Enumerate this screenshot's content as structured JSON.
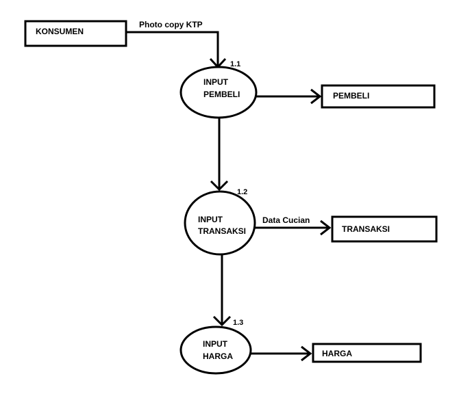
{
  "entities": {
    "konsumen": "KONSUMEN",
    "pembeli": "PEMBELI",
    "transaksi": "TRANSAKSI",
    "harga": "HARGA"
  },
  "processes": [
    {
      "number": "1.1",
      "line1": "INPUT",
      "line2": "PEMBELI"
    },
    {
      "number": "1.2",
      "line1": "INPUT",
      "line2": "TRANSAKSI"
    },
    {
      "number": "1.3",
      "line1": "INPUT",
      "line2": "HARGA"
    }
  ],
  "flows": {
    "konsumen_to_p1": "Photo copy KTP",
    "p2_to_transaksi": "Data Cucian"
  }
}
